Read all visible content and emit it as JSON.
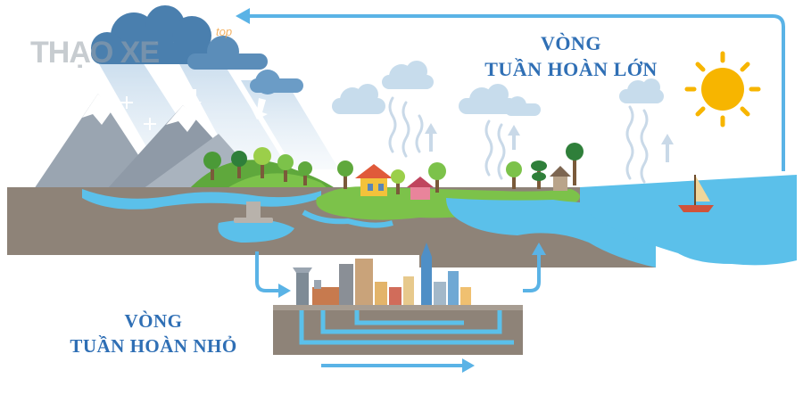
{
  "cycles": {
    "large": {
      "line1": "VÒNG",
      "line2": "TUẦN HOÀN LỚN"
    },
    "small": {
      "line1": "VÒNG",
      "line2": "TUẦN HOÀN NHỎ"
    }
  },
  "watermark": {
    "text": "THẠO XE",
    "badge": "top"
  },
  "colors": {
    "label": "#2f6fb5",
    "water": "#5bc0ea",
    "ground": "#8e8378",
    "arrow": "#5ab3e6",
    "sun": "#f7b500",
    "grass": "#7cc24a",
    "mountain": "#9aa5b1"
  },
  "icons": [
    "sun-icon",
    "cloud-icon",
    "mountain-icon",
    "tree-icon",
    "house-icon",
    "boat-icon",
    "city-icon",
    "factory-icon",
    "snowflake-icon"
  ]
}
